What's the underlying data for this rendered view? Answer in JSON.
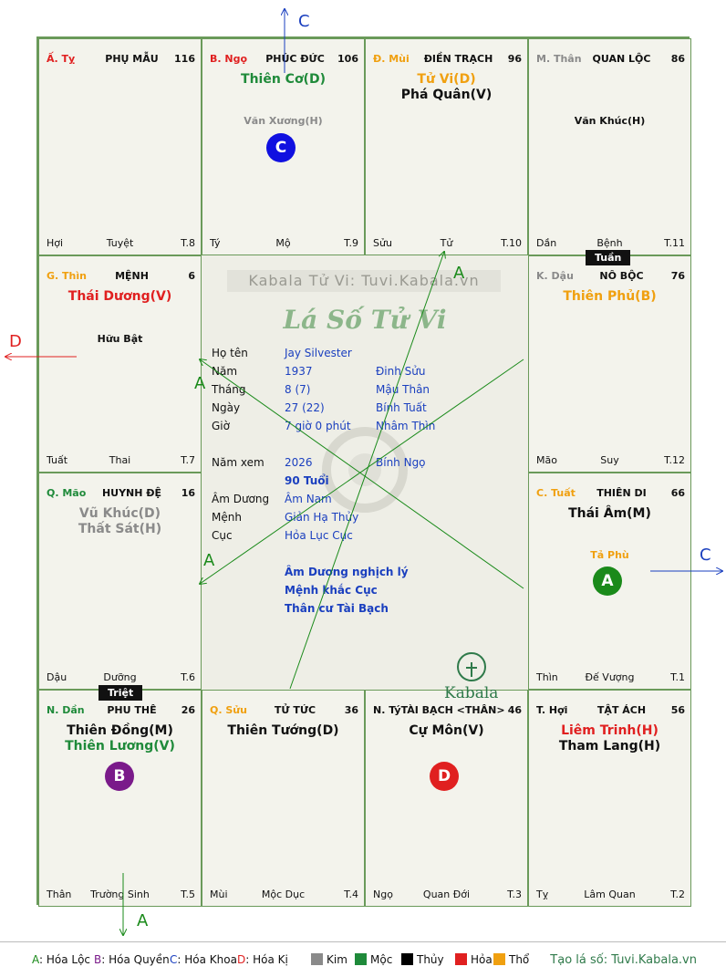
{
  "chart_title": "Lá Số Tử Vi",
  "watermark": "Kabala Tử Vi: Tuvi.Kabala.vn",
  "logo_text": "Kabala",
  "colors": {
    "kim": "#8a8a8a",
    "moc": "#1f8a3a",
    "thuy": "#000000",
    "hoa": "#e02020",
    "tho": "#f0a010",
    "brand": "#2f7a4a",
    "blue": "#1a3fbf"
  },
  "cells": [
    {
      "branch": "Ấ. Tỵ",
      "branch_color": "#e02020",
      "house": "PHỤ MẪU",
      "num": "116",
      "main": [],
      "minor": [],
      "foot": [
        "Hợi",
        "Tuyệt",
        "T.8"
      ]
    },
    {
      "branch": "B. Ngọ",
      "branch_color": "#e02020",
      "house": "PHÚC ĐỨC",
      "num": "106",
      "main": [
        {
          "text": "Thiên Cơ(D)",
          "color": "#1f8a3a"
        }
      ],
      "minor": [
        {
          "text": "Văn Xương(H)",
          "color": "#8a8a8a"
        }
      ],
      "foot": [
        "Tý",
        "Mộ",
        "T.9"
      ]
    },
    {
      "branch": "Đ. Mùi",
      "branch_color": "#f0a010",
      "house": "ĐIỀN TRẠCH",
      "num": "96",
      "main": [
        {
          "text": "Tử Vi(D)",
          "color": "#f0a010"
        },
        {
          "text": "Phá Quân(V)",
          "color": "#111111"
        }
      ],
      "minor": [],
      "foot": [
        "Sửu",
        "Tử",
        "T.10"
      ]
    },
    {
      "branch": "M. Thân",
      "branch_color": "#8a8a8a",
      "house": "QUAN LỘC",
      "num": "86",
      "main": [],
      "minor": [
        {
          "text": "Văn Khúc(H)",
          "color": "#111111"
        }
      ],
      "foot": [
        "Dần",
        "Bệnh",
        "T.11"
      ]
    },
    {
      "branch": "K. Dậu",
      "branch_color": "#8a8a8a",
      "house": "NÔ BỘC",
      "num": "76",
      "main": [
        {
          "text": "Thiên Phủ(B)",
          "color": "#f0a010"
        }
      ],
      "minor": [],
      "foot": [
        "Mão",
        "Suy",
        "T.12"
      ]
    },
    {
      "branch": "C. Tuất",
      "branch_color": "#f0a010",
      "house": "THIÊN DI",
      "num": "66",
      "main": [
        {
          "text": "Thái Âm(M)",
          "color": "#111111"
        }
      ],
      "minor": [
        {
          "text": "Tả Phù",
          "color": "#f0a010"
        }
      ],
      "foot": [
        "Thìn",
        "Đế Vượng",
        "T.1"
      ]
    },
    {
      "branch": "T. Hợi",
      "branch_color": "#111111",
      "house": "TẬT ÁCH",
      "num": "56",
      "main": [
        {
          "text": "Liêm Trinh(H)",
          "color": "#e02020"
        },
        {
          "text": "Tham Lang(H)",
          "color": "#111111"
        }
      ],
      "minor": [],
      "foot": [
        "Tỵ",
        "Lâm Quan",
        "T.2"
      ]
    },
    {
      "branch": "N. TýTÀI BẠCH <THÂN>",
      "branch_color": "#111111",
      "house": "",
      "num": "46",
      "main": [
        {
          "text": "Cự Môn(V)",
          "color": "#111111"
        }
      ],
      "minor": [],
      "foot": [
        "Ngọ",
        "Quan Đới",
        "T.3"
      ]
    },
    {
      "branch": "Q. Sửu",
      "branch_color": "#f0a010",
      "house": "TỬ TỨC",
      "num": "36",
      "main": [
        {
          "text": "Thiên Tướng(D)",
          "color": "#111111"
        }
      ],
      "minor": [],
      "foot": [
        "Mùi",
        "Mộc Dục",
        "T.4"
      ]
    },
    {
      "branch": "N. Dần",
      "branch_color": "#1f8a3a",
      "house": "PHU THÊ",
      "num": "26",
      "main": [
        {
          "text": "Thiên Đồng(M)",
          "color": "#111111"
        },
        {
          "text": "Thiên Lương(V)",
          "color": "#1f8a3a"
        }
      ],
      "minor": [],
      "foot": [
        "Thân",
        "Trường Sinh",
        "T.5"
      ]
    },
    {
      "branch": "Q. Mão",
      "branch_color": "#1f8a3a",
      "house": "HUYNH ĐỆ",
      "num": "16",
      "main": [
        {
          "text": "Vũ Khúc(D)",
          "color": "#8a8a8a"
        },
        {
          "text": "Thất Sát(H)",
          "color": "#8a8a8a"
        }
      ],
      "minor": [],
      "foot": [
        "Dậu",
        "Dưỡng",
        "T.6"
      ]
    },
    {
      "branch": "G. Thìn",
      "branch_color": "#f0a010",
      "house": "MỆNH",
      "num": "6",
      "main": [
        {
          "text": "Thái Dương(V)",
          "color": "#e02020"
        }
      ],
      "minor": [
        {
          "text": "Hữu Bật",
          "color": "#111111"
        }
      ],
      "foot": [
        "Tuất",
        "Thai",
        "T.7"
      ]
    }
  ],
  "tags": {
    "tuan": "Tuần",
    "triet": "Triệt"
  },
  "circles": [
    {
      "letter": "C",
      "color": "#1010e0"
    },
    {
      "letter": "A",
      "color": "#1a8a1a"
    },
    {
      "letter": "D",
      "color": "#e02020"
    },
    {
      "letter": "B",
      "color": "#7a1a8a"
    }
  ],
  "info": {
    "rows": [
      {
        "label": "Họ tên",
        "v1": "Jay Silvester",
        "v2": ""
      },
      {
        "label": "Năm",
        "v1": "1937",
        "v2": "Đinh Sửu"
      },
      {
        "label": "Tháng",
        "v1": "8  (7)",
        "v2": "Mậu Thân"
      },
      {
        "label": "Ngày",
        "v1": "27  (22)",
        "v2": "Bính Tuất"
      },
      {
        "label": "Giờ",
        "v1": "7 giờ 0 phút",
        "v2": "Nhâm Thìn"
      },
      {
        "label": "Năm xem",
        "v1": "2026",
        "v2": "Bính Ngọ"
      },
      {
        "label": "",
        "v1": "90 Tuổi",
        "v2": ""
      },
      {
        "label": "Âm Dương",
        "v1": "Âm Nam",
        "v2": ""
      },
      {
        "label": "Mệnh",
        "v1": "Giản Hạ Thủy",
        "v2": ""
      },
      {
        "label": "Cục",
        "v1": "Hỏa Lục Cục",
        "v2": ""
      }
    ],
    "notes": [
      "Âm Dương nghịch lý",
      "Mệnh khắc Cục",
      "Thân cư Tài Bạch"
    ]
  },
  "arrows": [
    {
      "letter": "C",
      "color": "#1a3fbf"
    },
    {
      "letter": "D",
      "color": "#e02020"
    },
    {
      "letter": "C",
      "color": "#1a3fbf"
    },
    {
      "letter": "A",
      "color": "#1a8a1a"
    },
    {
      "letter": "A",
      "color": "#1a8a1a"
    },
    {
      "letter": "A",
      "color": "#1a8a1a"
    },
    {
      "letter": "A",
      "color": "#1a8a1a"
    }
  ],
  "legend": {
    "hoa": [
      {
        "letter": "A",
        "text": ": Hóa Lộc",
        "color": "#1a8a1a"
      },
      {
        "letter": "B",
        "text": ": Hóa Quyền",
        "color": "#7a1a8a"
      },
      {
        "letter": "C",
        "text": ": Hóa Khoa",
        "color": "#1a3fbf"
      },
      {
        "letter": "D",
        "text": ": Hóa Kị",
        "color": "#e02020"
      }
    ],
    "elements": [
      {
        "name": "Kim",
        "color": "#8a8a8a"
      },
      {
        "name": "Mộc",
        "color": "#1f8a3a"
      },
      {
        "name": "Thủy",
        "color": "#000000"
      },
      {
        "name": "Hỏa",
        "color": "#e02020"
      },
      {
        "name": "Thổ",
        "color": "#f0a010"
      }
    ],
    "credit": "Tạo lá số: Tuvi.Kabala.vn"
  }
}
